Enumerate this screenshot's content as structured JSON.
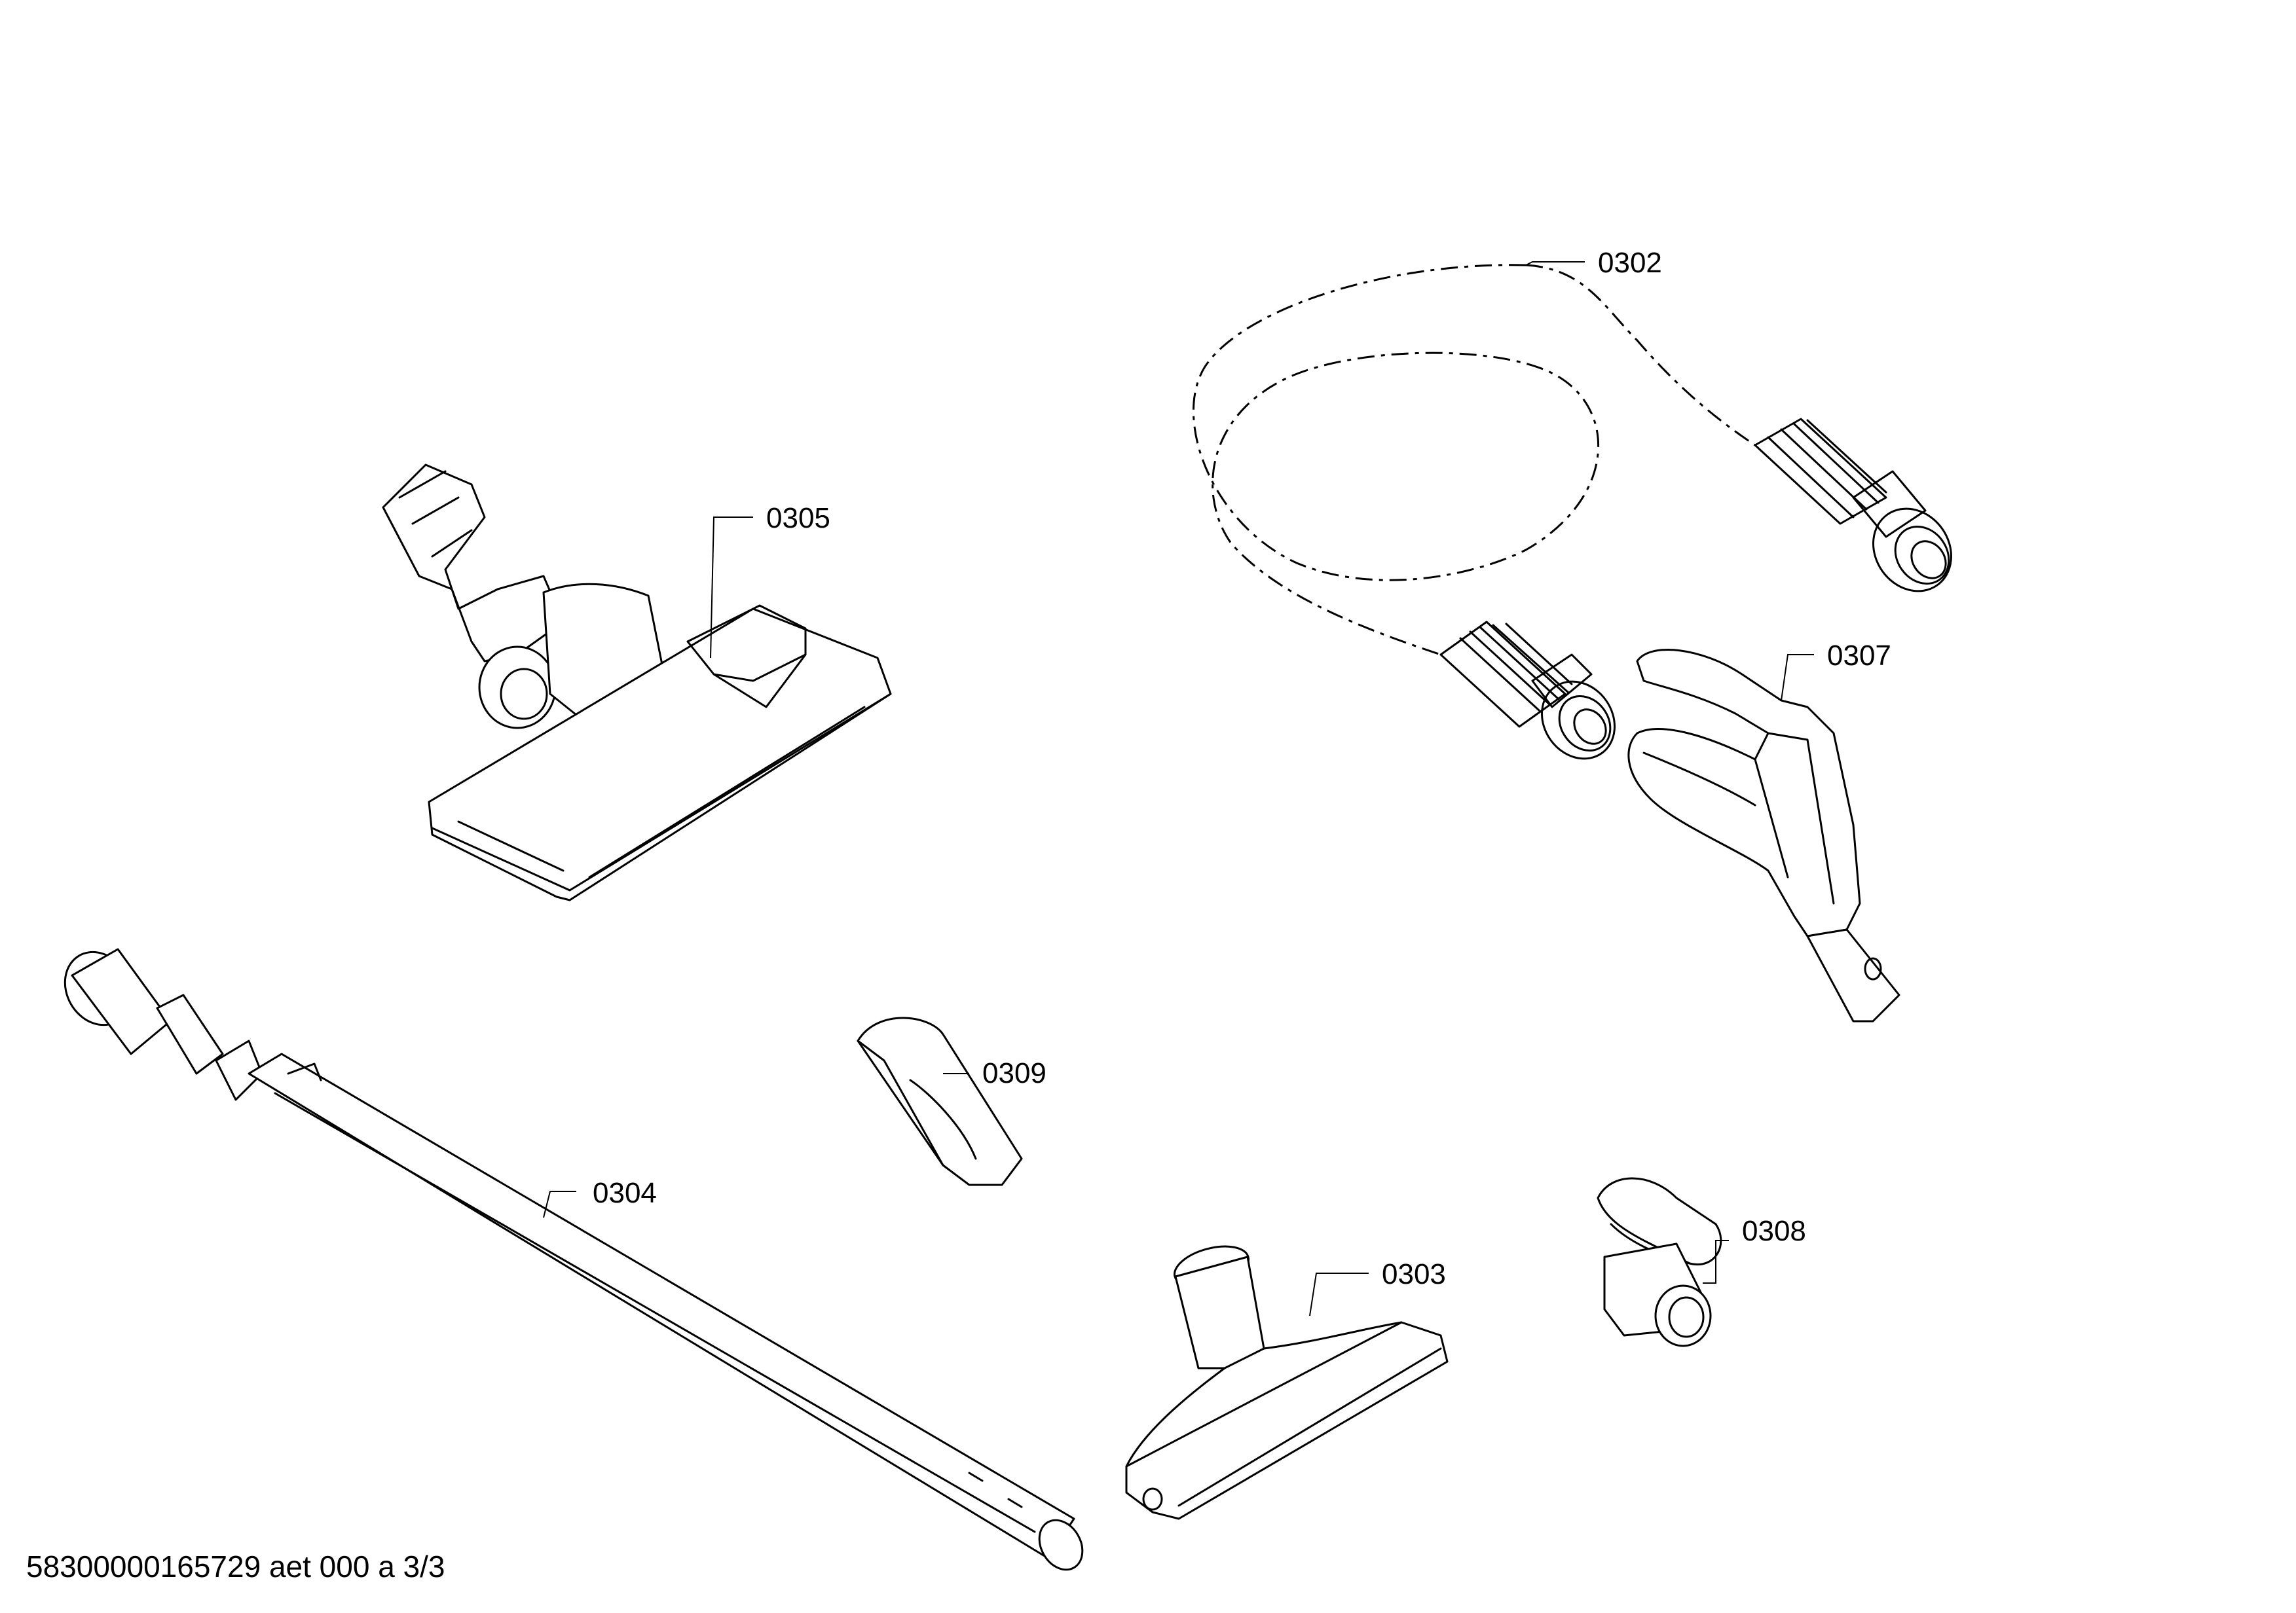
{
  "parts": [
    {
      "id": "hose",
      "label": "0302"
    },
    {
      "id": "upholstery-nozzle",
      "label": "0303"
    },
    {
      "id": "telescopic-tube",
      "label": "0304"
    },
    {
      "id": "floor-nozzle",
      "label": "0305"
    },
    {
      "id": "handle",
      "label": "0307"
    },
    {
      "id": "clip",
      "label": "0308"
    },
    {
      "id": "crevice-nozzle",
      "label": "0309"
    }
  ],
  "footer": {
    "document_id": "58300000165729 aet 000 a 3/3"
  }
}
